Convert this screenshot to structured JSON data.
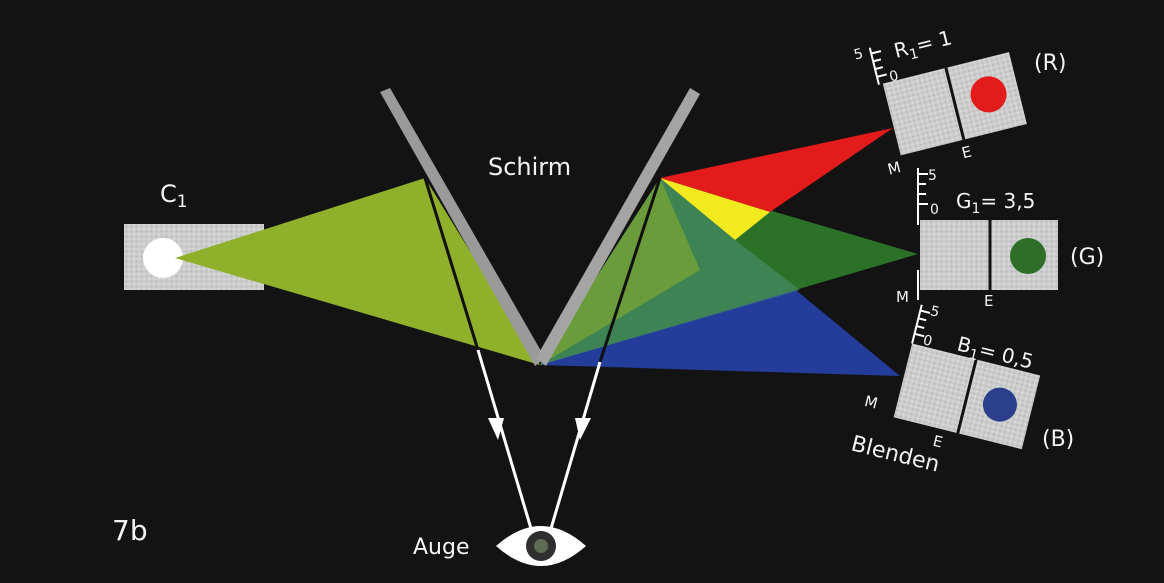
{
  "figure_label": "7b",
  "labels": {
    "source": "C",
    "source_sub": "1",
    "screen": "Schirm",
    "eye": "Auge",
    "apertures": "Blenden"
  },
  "colors": {
    "background": "#131313",
    "green_beam": "#8fb02a",
    "red": "#e31b1b",
    "yellow": "#f2ea1e",
    "green": "#2f7a2a",
    "blue": "#243c9a",
    "label": "#f4f4f4",
    "plate": "#cfcfcf"
  },
  "lamps": {
    "red": {
      "label": "(R)",
      "name": "R",
      "sub": "1",
      "eq": "= 1",
      "scale_top": "5",
      "scale_bottom": "0",
      "m": "M",
      "e": "E",
      "value": 1
    },
    "green": {
      "label": "(G)",
      "name": "G",
      "sub": "1",
      "eq": "= 3,5",
      "scale_top": "5",
      "scale_bottom": "0",
      "m": "M",
      "e": "E",
      "value": 3.5
    },
    "blue": {
      "label": "(B)",
      "name": "B",
      "sub": "1",
      "eq": "= 0,5",
      "scale_top": "5",
      "scale_bottom": "0",
      "m": "M",
      "e": "E",
      "value": 0.5
    }
  }
}
